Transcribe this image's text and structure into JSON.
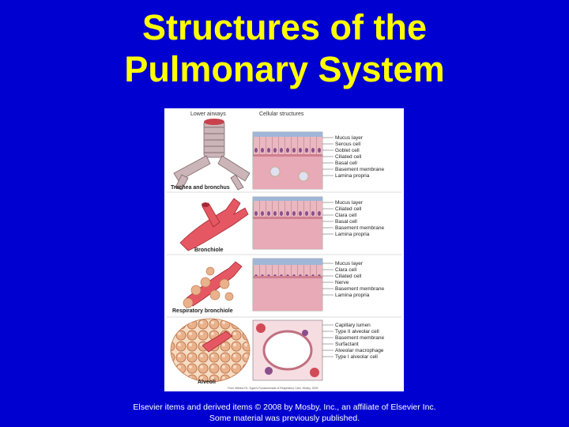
{
  "title": {
    "line1": "Structures of the",
    "line2": "Pulmonary System"
  },
  "figure": {
    "col_headers": [
      "Lower airways",
      "Cellular structures"
    ],
    "panels": [
      {
        "name": "Trachea and bronchus",
        "labels": [
          "Mucus layer",
          "Serous cell",
          "Goblet cell",
          "Ciliated cell",
          "Basal cell",
          "Basement membrane",
          "Lamina propria"
        ]
      },
      {
        "name": "Bronchiole",
        "labels": [
          "Mucus layer",
          "Ciliated cell",
          "Clara cell",
          "Basal cell",
          "Basement membrane",
          "Lamina propria"
        ]
      },
      {
        "name": "Respiratory bronchiole",
        "labels": [
          "Mucus layer",
          "Clara cell",
          "Ciliated cell",
          "Nerve",
          "Basement membrane",
          "Lamina propria"
        ]
      },
      {
        "name": "Alveoli",
        "labels": [
          "Capillary lumen",
          "Type II alveolar cell",
          "Basement membrane",
          "Surfactant",
          "Alveolar macrophage",
          "Type I alveolar cell"
        ]
      }
    ],
    "credit": "From Wilkins RL: Egan's Fundamentals of Respiratory Care, Mosby, 2009"
  },
  "footer": {
    "line1": "Elsevier items and derived items © 2008 by Mosby, Inc., an affiliate of Elsevier Inc.",
    "line2": "Some material was previously published."
  },
  "colors": {
    "background": "#0000d0",
    "title": "#ffff00",
    "footer_text": "#ffffff"
  }
}
